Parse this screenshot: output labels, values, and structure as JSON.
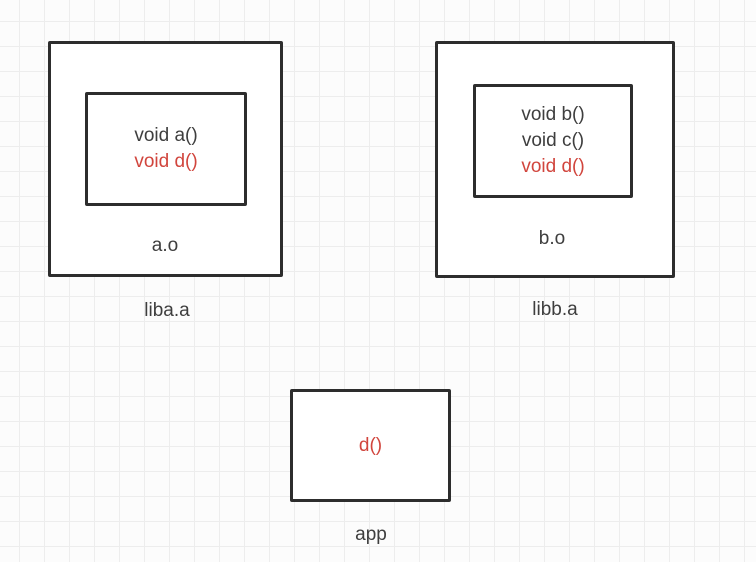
{
  "colors": {
    "stroke": "#2d2d2d",
    "text": "#3e3e3e",
    "highlight_red": "#d1453d",
    "grid_line": "#ededed",
    "canvas_background": "#fcfcfc",
    "box_fill": "#ffffff"
  },
  "liba": {
    "library_label": "liba.a",
    "object_label": "a.o",
    "functions": [
      {
        "name": "void a()",
        "highlight": false
      },
      {
        "name": "void d()",
        "highlight": true
      }
    ]
  },
  "libb": {
    "library_label": "libb.a",
    "object_label": "b.o",
    "functions": [
      {
        "name": "void b()",
        "highlight": false
      },
      {
        "name": "void c()",
        "highlight": false
      },
      {
        "name": "void d()",
        "highlight": true
      }
    ]
  },
  "app": {
    "label": "app",
    "functions": [
      {
        "name": "d()",
        "highlight": true
      }
    ]
  }
}
